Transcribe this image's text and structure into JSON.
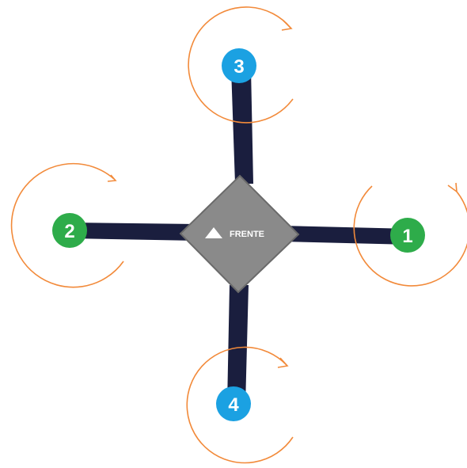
{
  "diagram": {
    "center": {
      "label": "FRENTE",
      "icon": "triangle-up-icon",
      "fill_color": "#8a8a8a"
    },
    "arm_color": "#1a1e3e",
    "rotation_color": "#f28a3a",
    "motors": [
      {
        "id": "motor-1",
        "label": "1",
        "color": "#2eac4a",
        "position": "right"
      },
      {
        "id": "motor-2",
        "label": "2",
        "color": "#2eac4a",
        "position": "left"
      },
      {
        "id": "motor-3",
        "label": "3",
        "color": "#1ba1e2",
        "position": "top"
      },
      {
        "id": "motor-4",
        "label": "4",
        "color": "#1ba1e2",
        "position": "bottom"
      }
    ]
  }
}
